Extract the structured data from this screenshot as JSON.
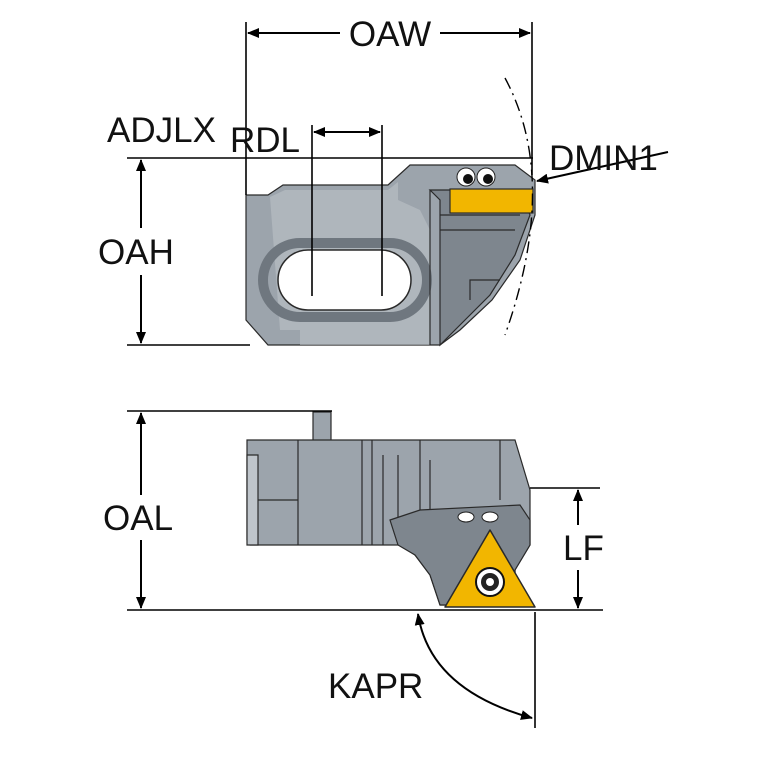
{
  "labels": {
    "oaw": "OAW",
    "adjlx": "ADJLX",
    "rdl": "RDL",
    "dmin1": "DMIN1",
    "oah": "OAH",
    "oal": "OAL",
    "lf": "LF",
    "kapr": "KAPR"
  },
  "colors": {
    "body_gray": "#9ca4ac",
    "body_dark": "#7e868e",
    "body_light": "#bfc5cb",
    "insert_yellow": "#f2b600",
    "line": "#000000"
  }
}
